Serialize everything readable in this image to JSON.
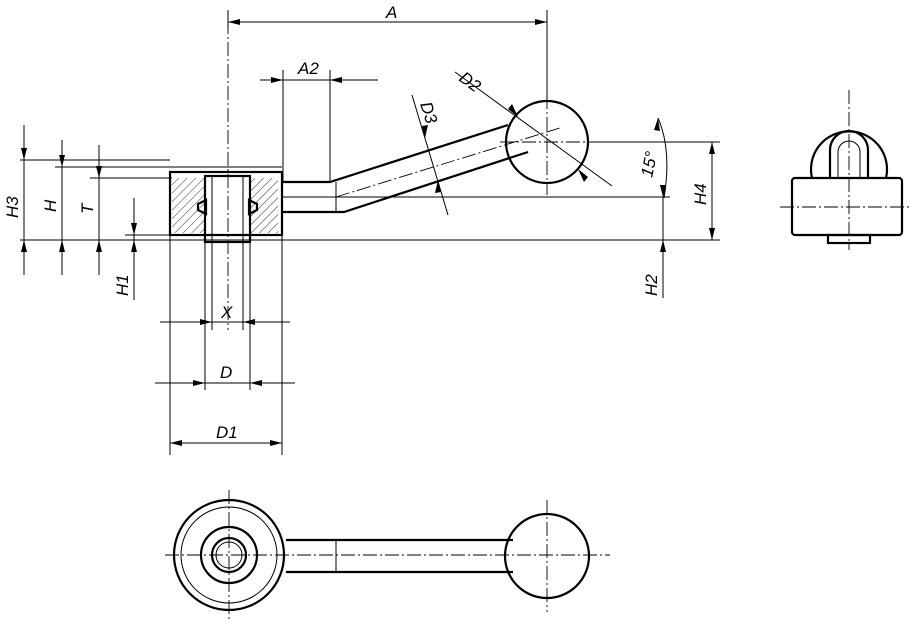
{
  "drawing": {
    "dimension_labels": {
      "A": "A",
      "A2": "A2",
      "D2": "D2",
      "D3": "D3",
      "angle": "15°",
      "H4": "H4",
      "H2": "H2",
      "H3": "H3",
      "H": "H",
      "T": "T",
      "H1": "H1",
      "X": "X",
      "D": "D",
      "D1": "D1"
    }
  }
}
